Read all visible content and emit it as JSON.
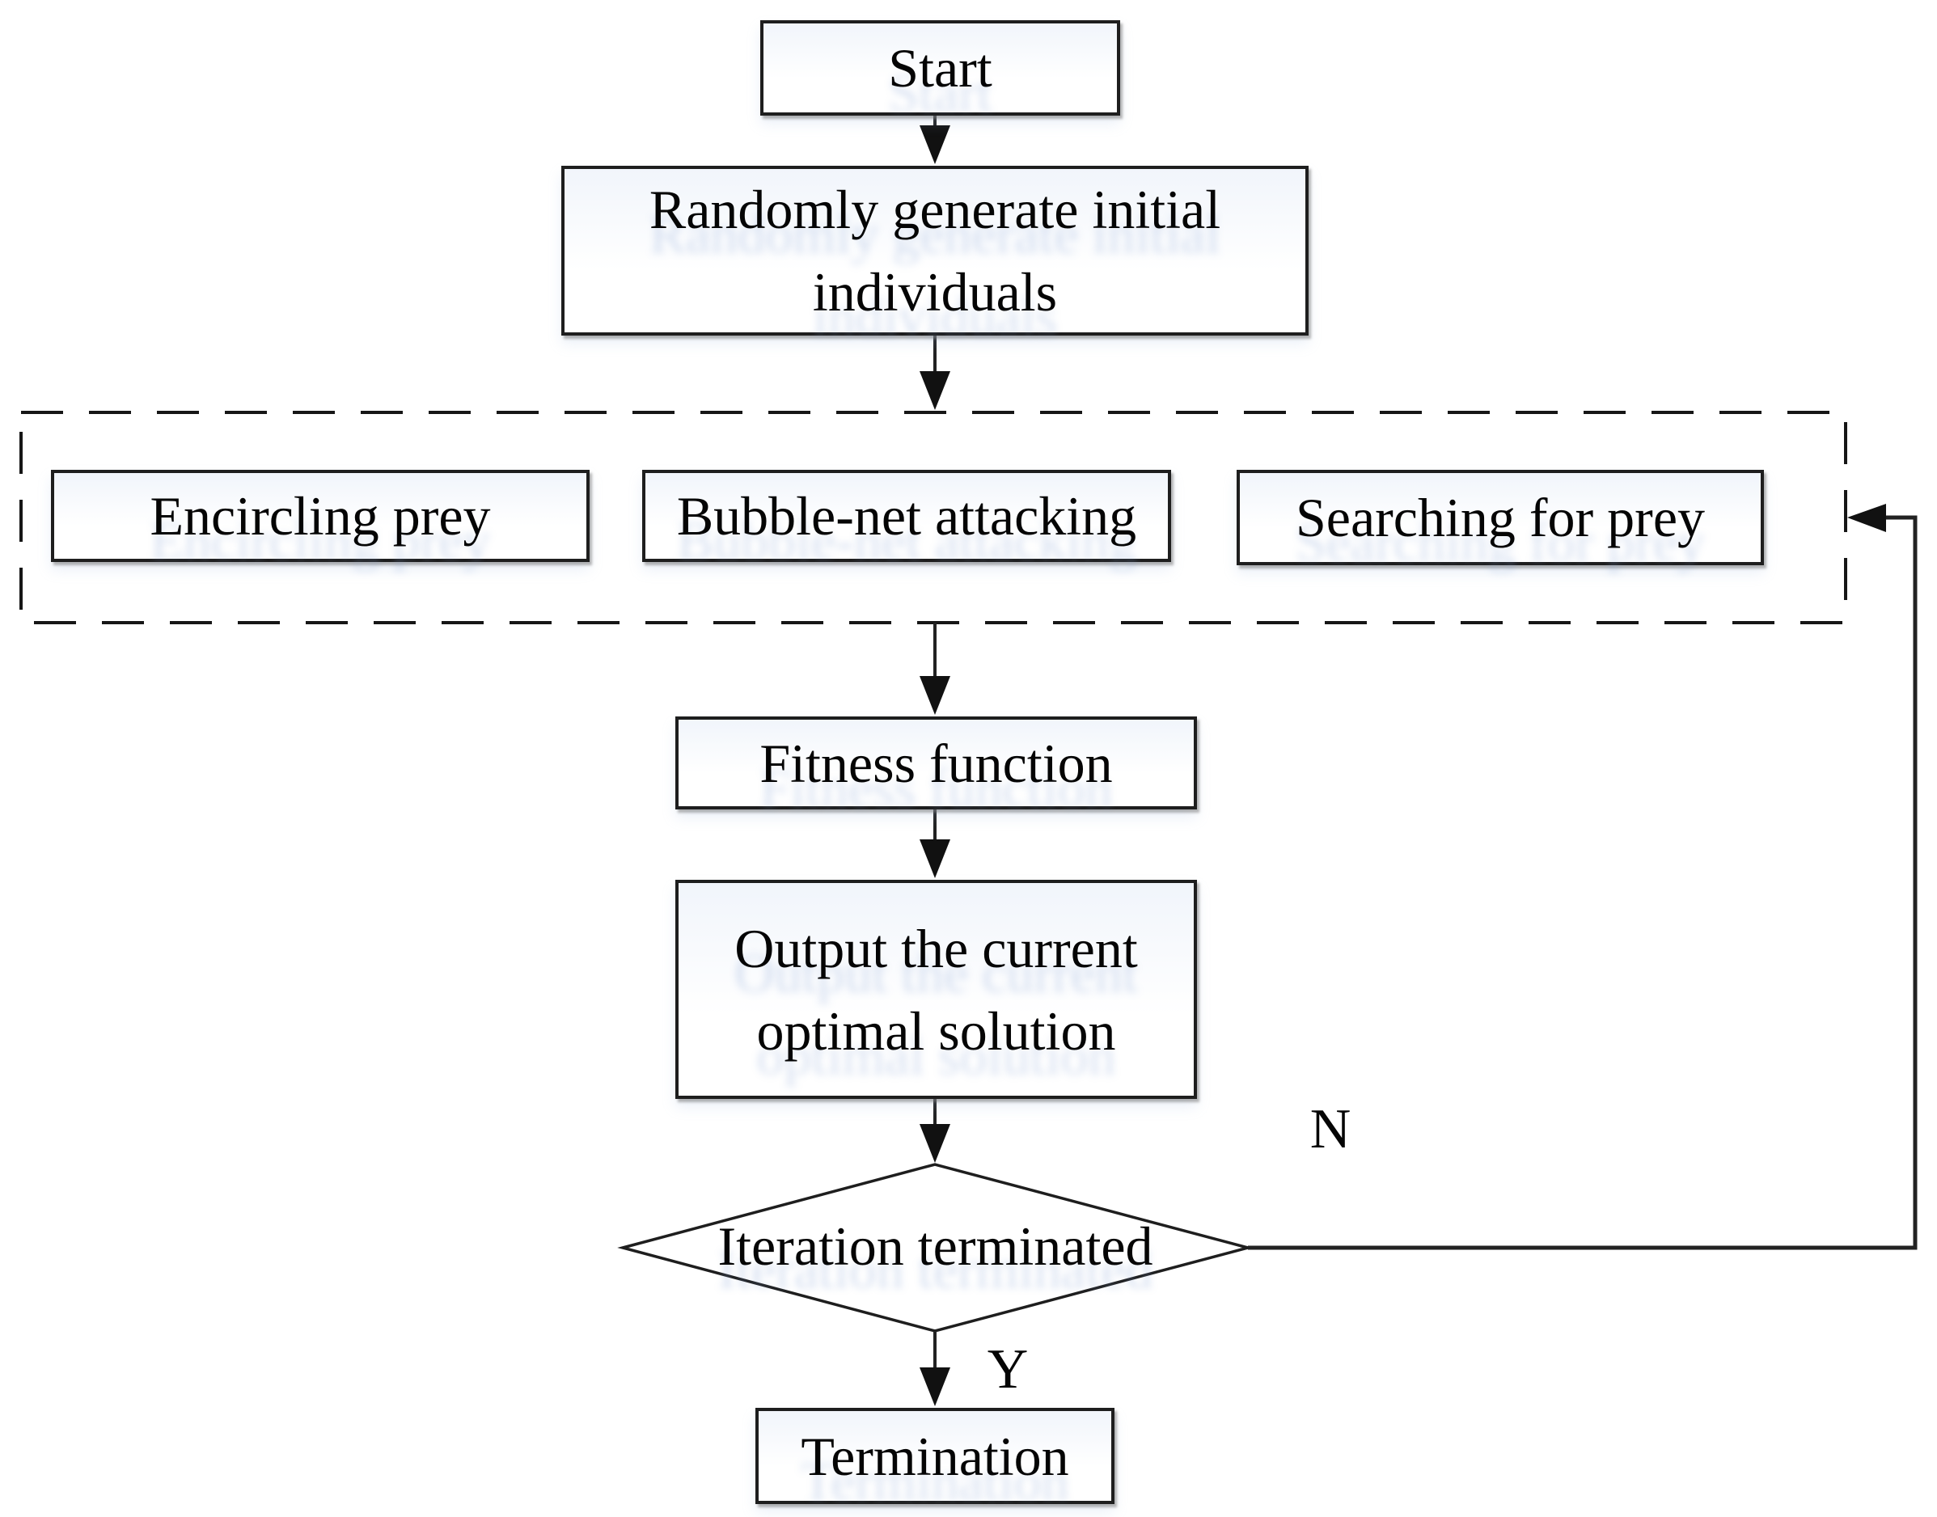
{
  "diagram": {
    "type": "flowchart",
    "nodes": {
      "start": {
        "label": "Start",
        "shape": "rect"
      },
      "generate": {
        "label": "Randomly generate initial individuals",
        "shape": "rect"
      },
      "encircling": {
        "label": "Encircling prey",
        "shape": "rect"
      },
      "bubble_net": {
        "label": "Bubble-net attacking",
        "shape": "rect"
      },
      "searching": {
        "label": "Searching for prey",
        "shape": "rect"
      },
      "fitness": {
        "label": "Fitness function",
        "shape": "rect"
      },
      "output": {
        "label": "Output the current optimal solution",
        "shape": "rect"
      },
      "decision": {
        "label": "Iteration terminated",
        "shape": "diamond"
      },
      "termination": {
        "label": "Termination",
        "shape": "rect"
      }
    },
    "phase_group": {
      "style": "dashed-border",
      "members": [
        "encircling",
        "bubble_net",
        "searching"
      ]
    },
    "branch_labels": {
      "no": "N",
      "yes": "Y"
    },
    "edges": [
      {
        "from": "start",
        "to": "generate"
      },
      {
        "from": "generate",
        "to": "phase_group"
      },
      {
        "from": "phase_group",
        "to": "fitness"
      },
      {
        "from": "fitness",
        "to": "output"
      },
      {
        "from": "output",
        "to": "decision"
      },
      {
        "from": "decision",
        "to": "termination",
        "label": "Y"
      },
      {
        "from": "decision",
        "to": "phase_group",
        "label": "N",
        "route": "right-side-loop"
      }
    ],
    "colors": {
      "ink": "#1e1e1e",
      "arrow_fill": "#111111",
      "background": "#ffffff",
      "shadow_gray": "#9b9b9b"
    }
  }
}
